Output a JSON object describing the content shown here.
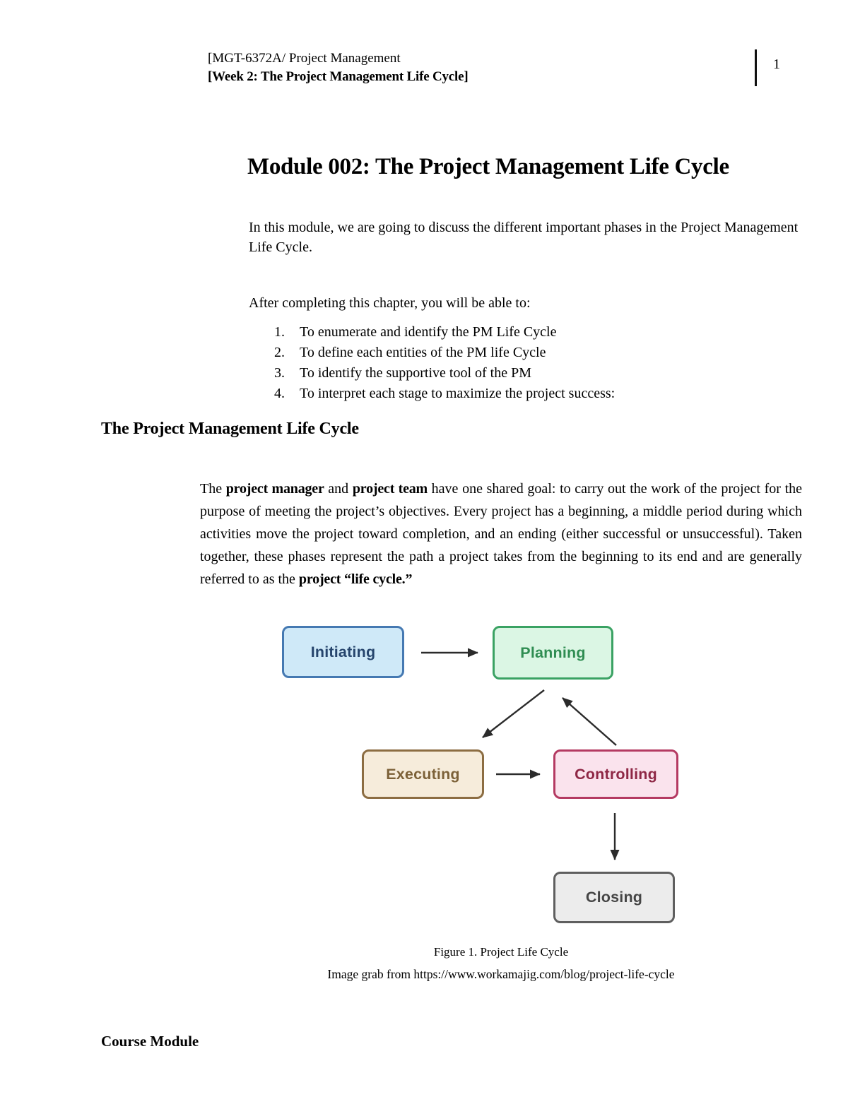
{
  "header": {
    "course_line": "[MGT-6372A/ Project Management",
    "week_line": "[Week 2: The Project Management Life Cycle]",
    "page_number": "1"
  },
  "main": {
    "title": "Module 002: The Project Management Life Cycle",
    "intro_paragraph": "In this module, we are going to discuss the different important phases in the Project Management Life Cycle.",
    "objectives_lead": "After completing this chapter, you will be able to:",
    "objectives": [
      {
        "number": "1.",
        "text": "To enumerate and identify the PM Life Cycle"
      },
      {
        "number": "2.",
        "text": "To define each entities of the PM life Cycle"
      },
      {
        "number": "3.",
        "text": "To identify the supportive tool of the PM"
      },
      {
        "number": "4.",
        "text": "To interpret each stage to maximize the project success:"
      }
    ],
    "section_heading": "The Project Management Life Cycle",
    "body_runs": [
      {
        "text": "The ",
        "bold": false
      },
      {
        "text": "project manager",
        "bold": true
      },
      {
        "text": " and ",
        "bold": false
      },
      {
        "text": "project team",
        "bold": true
      },
      {
        "text": " have one shared goal: to carry out the work of the project for the purpose of meeting the project’s objectives. Every project has a beginning, a middle period during which activities move the project toward completion, and an ending (either successful or unsuccessful). Taken together, these phases represent the path a project takes from the beginning to its end and are generally referred to as the ",
        "bold": false
      },
      {
        "text": "project “life cycle.”",
        "bold": true
      }
    ]
  },
  "diagram": {
    "nodes": [
      {
        "label": "Initiating",
        "fill": "#cfe9f8",
        "border": "#4579b2",
        "text_color": "#26456d"
      },
      {
        "label": "Planning",
        "fill": "#dbf6e4",
        "border": "#3aa263",
        "text_color": "#2f8d52"
      },
      {
        "label": "Executing",
        "fill": "#f6ecdb",
        "border": "#8c6d42",
        "text_color": "#7c6138"
      },
      {
        "label": "Controlling",
        "fill": "#fae3ed",
        "border": "#b43a62",
        "text_color": "#8e2745"
      },
      {
        "label": "Closing",
        "fill": "#ececec",
        "border": "#5f5f5f",
        "text_color": "#454545"
      }
    ],
    "edges": [
      {
        "from": "Initiating",
        "to": "Planning"
      },
      {
        "from": "Planning",
        "to": "Executing"
      },
      {
        "from": "Controlling",
        "to": "Planning"
      },
      {
        "from": "Executing",
        "to": "Controlling"
      },
      {
        "from": "Controlling",
        "to": "Closing"
      }
    ],
    "arrow_color": "#2b2b2b"
  },
  "figure": {
    "caption": "Figure 1.  Project Life Cycle",
    "source": "Image grab from https://www.workamajig.com/blog/project-life-cycle"
  },
  "footer": {
    "label": "Course Module"
  }
}
